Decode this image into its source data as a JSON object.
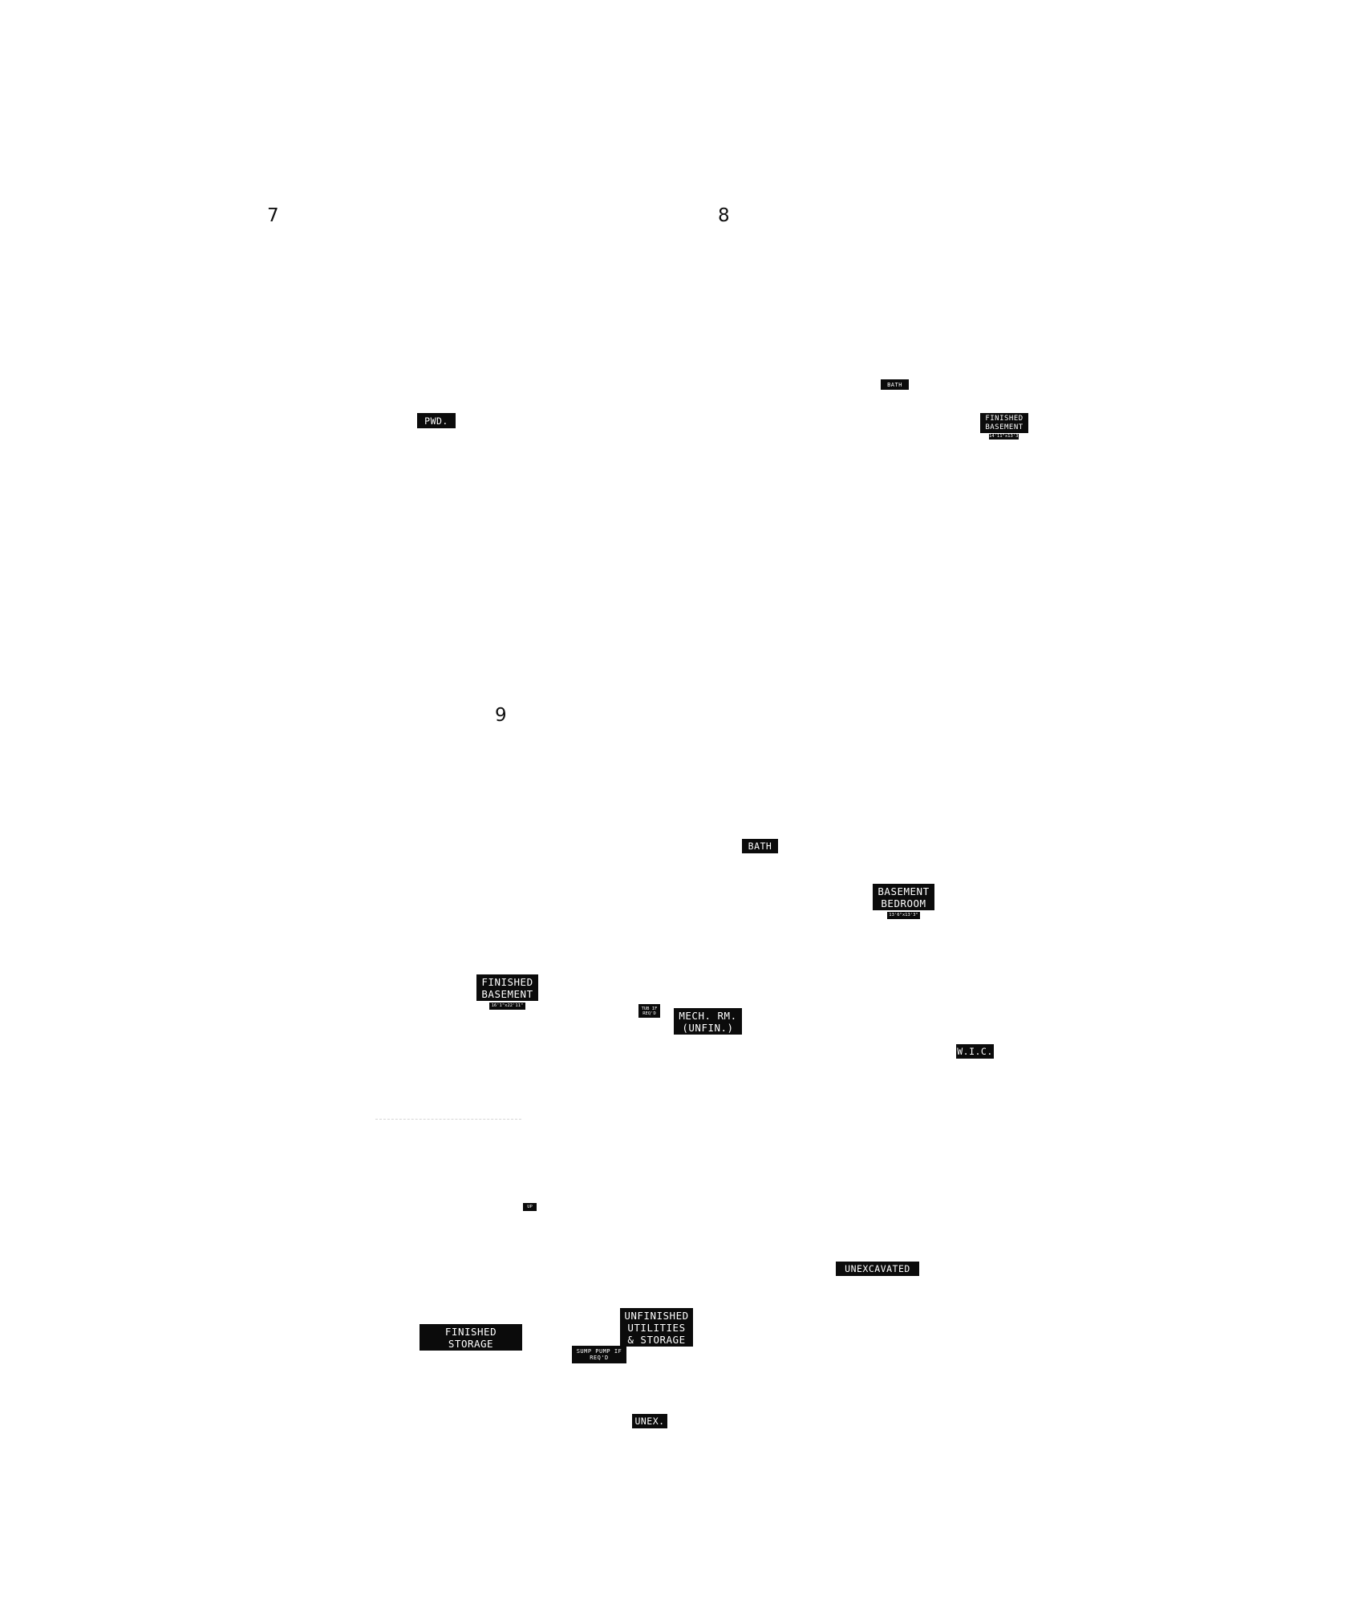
{
  "plans": [
    {
      "number": "7"
    },
    {
      "number": "8"
    },
    {
      "number": "9"
    }
  ],
  "plan_7": {
    "pwd": "PWD."
  },
  "plan_8": {
    "bath": "BATH",
    "finished_basement": "FINISHED\nBASEMENT",
    "finished_basement_dim": "14'11\"x13'3\""
  },
  "plan_9": {
    "bath": "BATH",
    "basement_bedroom": "BASEMENT\nBEDROOM",
    "basement_bedroom_dim": "13'6\"x13'3\"",
    "finished_basement": "FINISHED\nBASEMENT",
    "finished_basement_dim": "16'1\"x22'11\"",
    "tub_note": "TUB IF\nREQ'D",
    "mech_room": "MECH. RM.\n(UNFIN.)",
    "wic": "W.I.C.",
    "up": "UP",
    "unexcavated": "UNEXCAVATED",
    "finished_storage": "FINISHED\nSTORAGE",
    "unfinished_utilities": "UNFINISHED\nUTILITIES\n& STORAGE",
    "sump_pump": "SUMP PUMP IF\nREQ'D",
    "unex": "UNEX."
  },
  "colors": {
    "label_background": "#0b0b0b",
    "label_text": "#ffffff",
    "page_background": "#ffffff"
  }
}
